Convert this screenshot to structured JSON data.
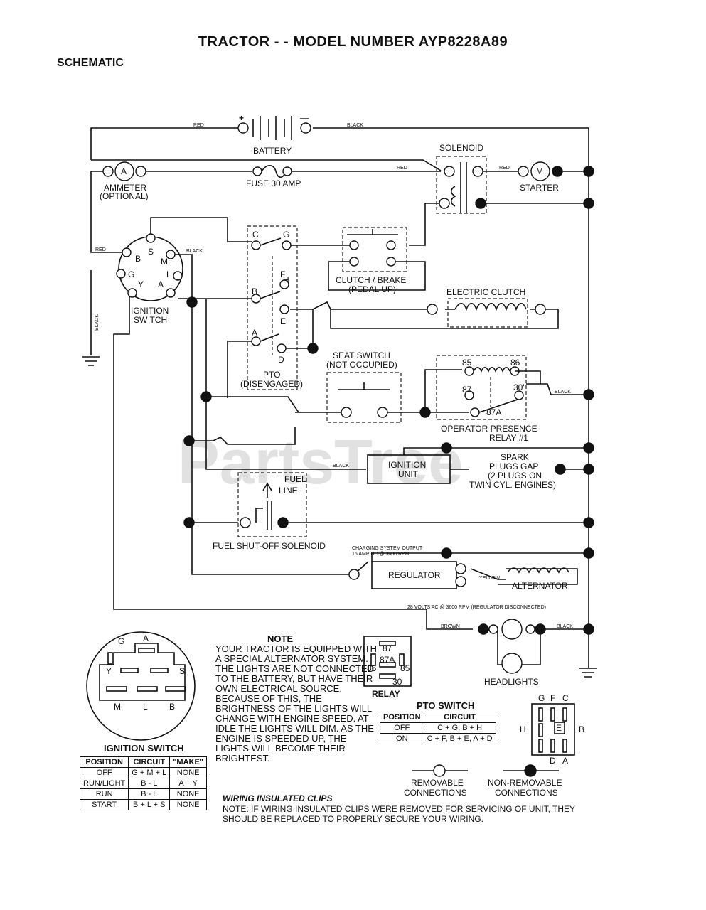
{
  "title": "TRACTOR - - MODEL NUMBER AYP8228A89",
  "subtitle": "SCHEMATIC",
  "watermark": "PartsTree",
  "labels": {
    "red": "RED",
    "black": "BLACK",
    "yellow": "YELLOW",
    "brown": "BROWN",
    "plus": "+",
    "minus": "—",
    "battery": "BATTERY",
    "solenoid": "SOLENOID",
    "ammeter_line1": "AMMETER",
    "ammeter_line2": "(OPTIONAL)",
    "ammeter_symbol": "A",
    "fuse": "FUSE 30 AMP",
    "starter": "STARTER",
    "starter_symbol": "M",
    "ignition_switch_line1": "IGNITION",
    "ignition_switch_line2": "SW TCH",
    "ign_b": "B",
    "ign_s": "S",
    "ign_m": "M",
    "ign_g": "G",
    "ign_l": "L",
    "ign_y": "Y",
    "ign_a": "A",
    "pto_c": "C",
    "pto_g": "G",
    "pto_f": "F",
    "pto_h": "H",
    "pto_b": "B",
    "pto_e": "E",
    "pto_a": "A",
    "pto_d": "D",
    "pto_line1": "PTO",
    "pto_line2": "(DISENGAGED)",
    "clutch_brake_line1": "CLUTCH / BRAKE",
    "clutch_brake_line2": "(PEDAL UP)",
    "electric_clutch": "ELECTRIC CLUTCH",
    "seat_switch_line1": "SEAT SWITCH",
    "seat_switch_line2": "(NOT OCCUPIED)",
    "relay_85": "85",
    "relay_86": "86",
    "relay_87": "87",
    "relay_30": "30'",
    "relay_87a": "87A",
    "opr_line1": "OPERATOR PRESENCE",
    "opr_line2": "RELAY #1",
    "ignition_unit_line1": "IGNITION",
    "ignition_unit_line2": "UNIT",
    "spark_line1": "SPARK",
    "spark_line2": "PLUGS GAP",
    "spark_line3": "(2 PLUGS ON",
    "spark_line4": "TWIN CYL. ENGINES)",
    "fuel_line1": "FUEL",
    "fuel_line2": "LINE",
    "fuel_solenoid": "FUEL SHUT-OFF SOLENOID",
    "charging_line1": "CHARGING SYSTEM OUTPUT",
    "charging_line2": "15 AMP DC @ 3600 RPM",
    "regulator": "REGULATOR",
    "alternator": "ALTERNATOR",
    "ac_note": "28 VOLTS AC @ 3600 RPM (REGULATOR DISCONNECTED)",
    "headlights": "HEADLIGHTS",
    "relay_title": "RELAY",
    "relay_b67": "87",
    "relay_b87a": "87A",
    "relay_b86": "86",
    "relay_b85": "85",
    "relay_b30": "30",
    "ign_conn_g": "G",
    "ign_conn_a": "A",
    "ign_conn_y": "Y",
    "ign_conn_s": "S",
    "ign_conn_m": "M",
    "ign_conn_l": "L",
    "ign_conn_b": "B",
    "pto_conn_g": "G",
    "pto_conn_f": "F",
    "pto_conn_c": "C",
    "pto_conn_h": "H",
    "pto_conn_e": "E",
    "pto_conn_b": "B",
    "pto_conn_d": "D",
    "pto_conn_a": "A",
    "removable_line1": "REMOVABLE",
    "removable_line2": "CONNECTIONS",
    "nonremovable_line1": "NON-REMOVABLE",
    "nonremovable_line2": "CONNECTIONS"
  },
  "ignition_table": {
    "caption": "IGNITION SWITCH",
    "headers": [
      "POSITION",
      "CIRCUIT",
      "\"MAKE\""
    ],
    "rows": [
      [
        "OFF",
        "G + M + L",
        "NONE"
      ],
      [
        "RUN/LIGHT",
        "B - L",
        "A + Y"
      ],
      [
        "RUN",
        "B - L",
        "NONE"
      ],
      [
        "START",
        "B + L + S",
        "NONE"
      ]
    ]
  },
  "pto_table": {
    "caption": "PTO SWITCH",
    "headers": [
      "POSITION",
      "CIRCUIT"
    ],
    "rows": [
      [
        "OFF",
        "C + G, B + H"
      ],
      [
        "ON",
        "C + F, B + E, A + D"
      ]
    ]
  },
  "note": {
    "heading": "NOTE",
    "text": "YOUR TRACTOR IS EQUIPPED WITH A SPECIAL ALTERNATOR SYSTEM. THE LIGHTS ARE NOT CONNECTED TO THE BATTERY, BUT HAVE THEIR OWN ELECTRICAL SOURCE. BECAUSE OF THIS, THE BRIGHTNESS OF THE LIGHTS WILL CHANGE WITH ENGINE SPEED. AT IDLE THE LIGHTS WILL DIM. AS THE ENGINE IS SPEEDED UP, THE LIGHTS WILL BECOME THEIR BRIGHTEST."
  },
  "clips": {
    "heading": "WIRING INSULATED CLIPS",
    "text": "NOTE: IF WIRING INSULATED CLIPS WERE REMOVED FOR SERVICING OF UNIT, THEY SHOULD BE REPLACED TO PROPERLY SECURE YOUR WIRING."
  }
}
